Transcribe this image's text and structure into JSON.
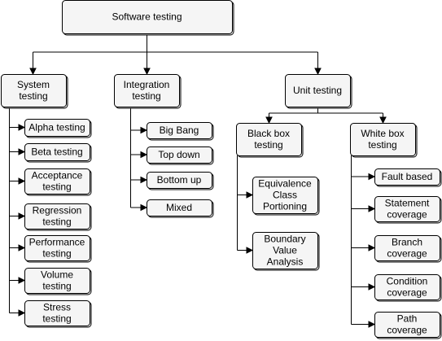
{
  "diagram": {
    "root": {
      "label": "Software testing"
    },
    "categories": [
      {
        "id": "system",
        "label": "System\ntesting",
        "items": [
          "Alpha testing",
          "Beta testing",
          "Acceptance\ntesting",
          "Regression\ntesting",
          "Performance\ntesting",
          "Volume\ntesting",
          "Stress\ntesting"
        ]
      },
      {
        "id": "integration",
        "label": "Integration\ntesting",
        "items": [
          "Big Bang",
          "Top down",
          "Bottom up",
          "Mixed"
        ]
      },
      {
        "id": "unit",
        "label": "Unit testing",
        "subcategories": [
          {
            "id": "blackbox",
            "label": "Black box\ntesting",
            "items": [
              "Equivalence\nClass\nPortioning",
              "Boundary\nValue\nAnalysis"
            ]
          },
          {
            "id": "whitebox",
            "label": "White box\ntesting",
            "items": [
              "Fault based",
              "Statement\ncoverage",
              "Branch\ncoverage",
              "Condition\ncoverage",
              "Path\ncoverage"
            ]
          }
        ]
      }
    ]
  }
}
